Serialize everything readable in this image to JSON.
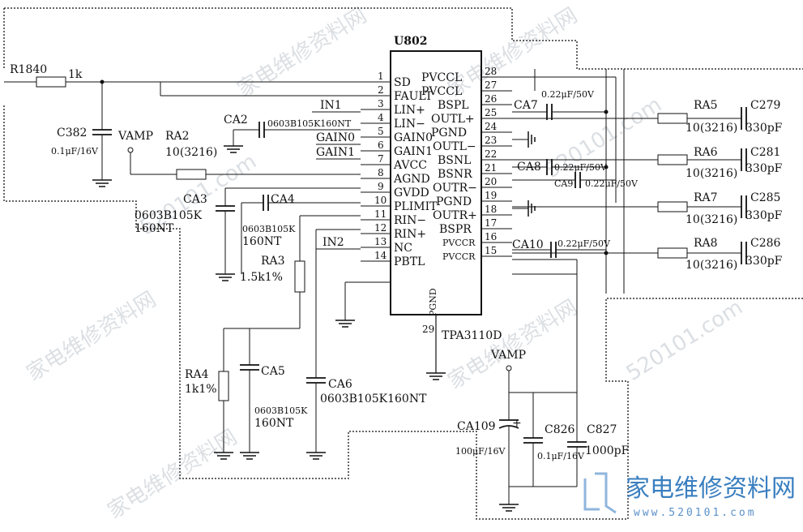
{
  "chip": {
    "ref": "U802",
    "part": "TPA3110D",
    "pin29": "29",
    "pgnd_label": "PGND",
    "left_pins": [
      {
        "num": "1",
        "name": "SD"
      },
      {
        "num": "2",
        "name": "FAULT"
      },
      {
        "num": "3",
        "name": "LIN+"
      },
      {
        "num": "4",
        "name": "LIN−"
      },
      {
        "num": "5",
        "name": "GAIN0"
      },
      {
        "num": "6",
        "name": "GAIN1"
      },
      {
        "num": "7",
        "name": "AVCC"
      },
      {
        "num": "8",
        "name": "AGND"
      },
      {
        "num": "9",
        "name": "GVDD"
      },
      {
        "num": "10",
        "name": "PLIMIT"
      },
      {
        "num": "11",
        "name": "RIN−"
      },
      {
        "num": "12",
        "name": "RIN+"
      },
      {
        "num": "13",
        "name": "NC"
      },
      {
        "num": "14",
        "name": "PBTL"
      }
    ],
    "right_pins": [
      {
        "num": "28",
        "name": "PVCCL"
      },
      {
        "num": "27",
        "name": "PVCCL"
      },
      {
        "num": "26",
        "name": "BSPL"
      },
      {
        "num": "25",
        "name": "OUTL+"
      },
      {
        "num": "24",
        "name": "PGND"
      },
      {
        "num": "23",
        "name": "OUTL−"
      },
      {
        "num": "22",
        "name": "BSNL"
      },
      {
        "num": "21",
        "name": "BSNR"
      },
      {
        "num": "20",
        "name": "OUTR−"
      },
      {
        "num": "19",
        "name": "PGND"
      },
      {
        "num": "18",
        "name": "OUTR+"
      },
      {
        "num": "17",
        "name": "BSPR"
      },
      {
        "num": "16",
        "name": "PVCCR"
      },
      {
        "num": "15",
        "name": "PVCCR"
      }
    ]
  },
  "nets": {
    "in1": "IN1",
    "in2": "IN2",
    "gain0": "GAIN0",
    "gain1": "GAIN1",
    "vamp_top": "VAMP",
    "vamp_bottom": "VAMP"
  },
  "components": {
    "r1840": "R1840",
    "r1840_val": "1k",
    "c382": "C382",
    "c382_val": "0.1μF/16V",
    "ra2": "RA2",
    "ra2_val": "10(3216)",
    "ca2": "CA2",
    "ca2_val": "0603B105K160NT",
    "ca3": "CA3",
    "ca3_val1": "0603B105K",
    "ca3_val2": "160NT",
    "ca4": "CA4",
    "ca4_val1": "0603B105K",
    "ca4_val2": "160NT",
    "ra3": "RA3",
    "ra3_val": "1.5k1%",
    "ra4": "RA4",
    "ra4_val": "1k1%",
    "ca5": "CA5",
    "ca5_val1": "0603B105K",
    "ca5_val2": "160NT",
    "ca6": "CA6",
    "ca6_val": "0603B105K160NT",
    "ca7": "CA7",
    "ca7_val": "0.22μF/50V",
    "ca8": "CA8",
    "ca8_val": "0.22μF/50V",
    "ca9": "CA9",
    "ca9_val": "0.22μF/50V",
    "ca10": "CA10",
    "ca10_val": "0.22μF/50V",
    "ra5": "RA5",
    "ra5_val": "10(3216)",
    "ra6": "RA6",
    "ra6_val": "10(3216)",
    "ra7": "RA7",
    "ra7_val": "10(3216)",
    "ra8": "RA8",
    "ra8_val": "10(3216)",
    "c279": "C279",
    "c279_val": "330pF",
    "c281": "C281",
    "c281_val": "330pF",
    "c285": "C285",
    "c285_val": "330pF",
    "c286": "C286",
    "c286_val": "330pF",
    "ca109": "CA109",
    "ca109_val": "100μF/16V",
    "ca109_plus": "+",
    "c826": "C826",
    "c826_val": "0.1μF/16V",
    "c827": "C827",
    "c827_val": "1000pF"
  },
  "watermark": {
    "brand_text": "家电维修资料网",
    "brand_url": "www.520101.com",
    "diag_texts": [
      "家电维修资料网",
      "520101.com"
    ]
  }
}
